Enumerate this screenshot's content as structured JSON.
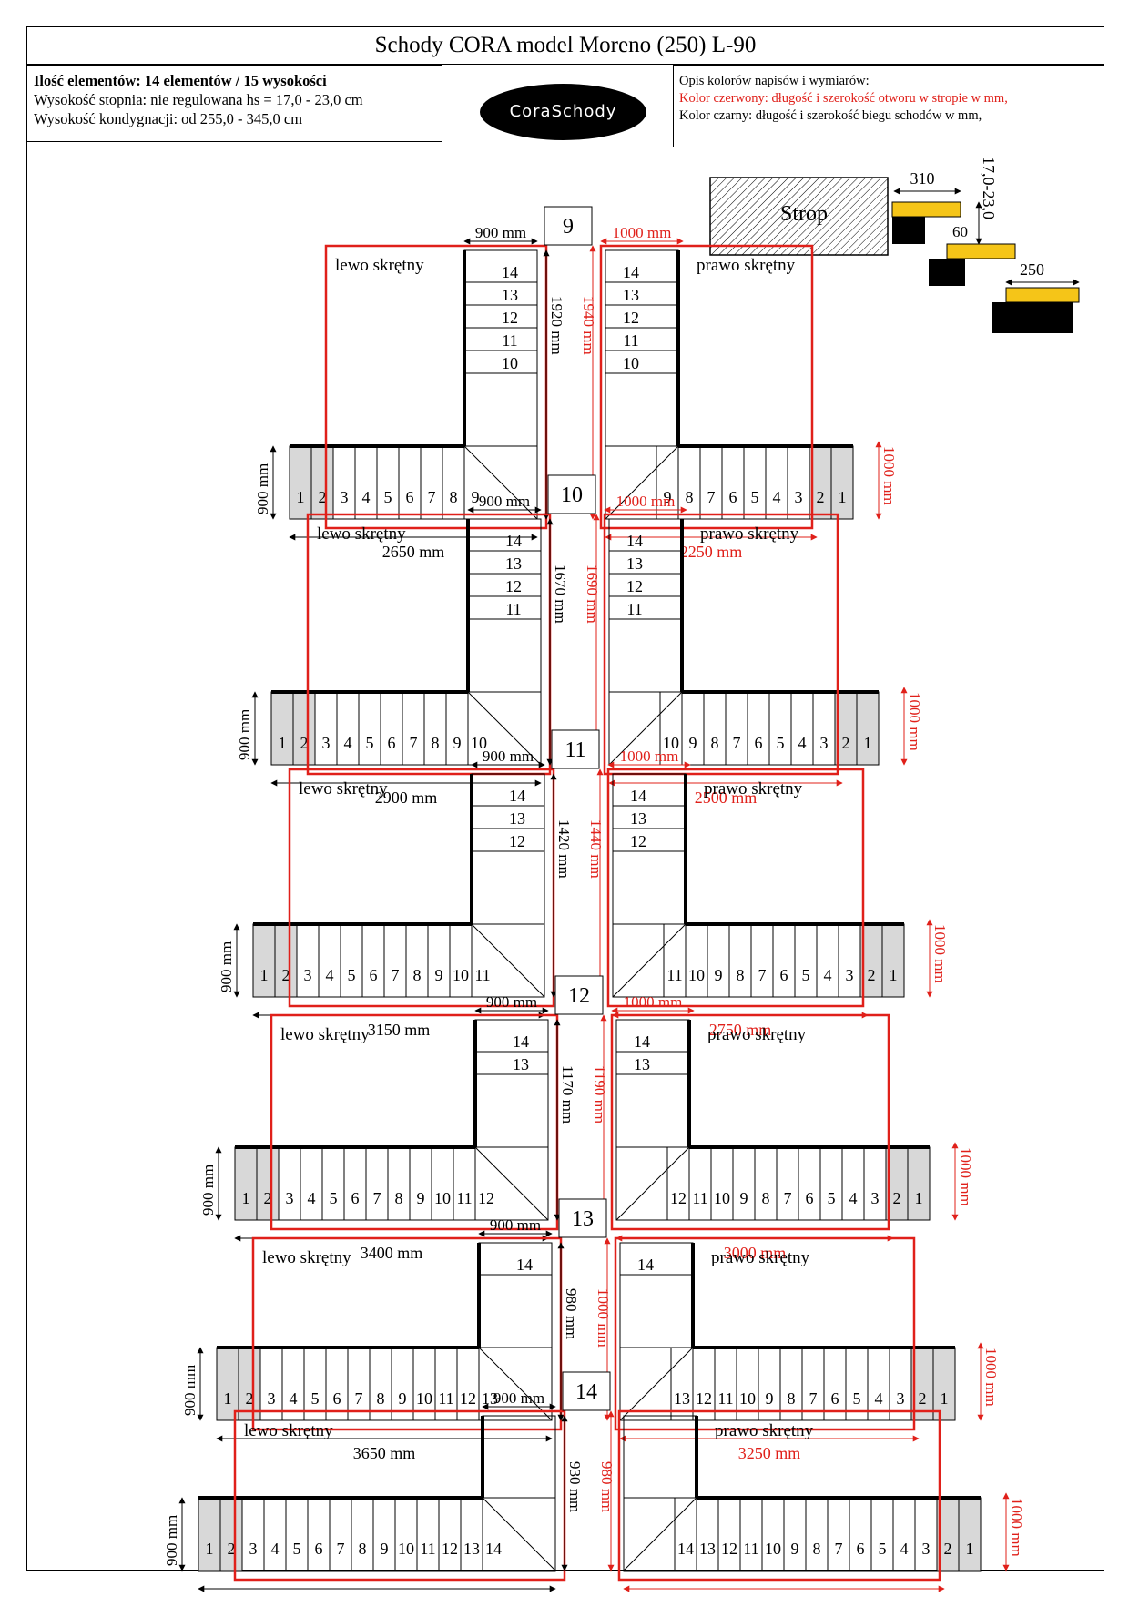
{
  "title": "Schody CORA model Moreno (250) L-90",
  "info": {
    "line1": "Ilość elementów: 14 elementów / 15 wysokości",
    "line2": "Wysokość stopnia: nie regulowana  hs = 17,0 - 23,0 cm",
    "line3": "Wysokość kondygnacji: od 255,0 - 345,0 cm"
  },
  "logo": "CoraSchody",
  "legend": {
    "title": "Opis kolorów napisów i wymiarów:",
    "red": "Kolor czerwony: długość i szerokość otworu w stropie w mm,",
    "black": "Kolor czarny: długość i szerokość biegu schodów w mm,"
  },
  "detail": {
    "strop": "Strop",
    "tread": "310",
    "overlap": "60",
    "step": "250",
    "rise": "17,0-23,0"
  },
  "labels": {
    "left": "lewo skrętny",
    "right": "prawo skrętny"
  },
  "colors": {
    "red": "#e0201a",
    "grey": "#d8d8d8",
    "yellow": "#f5c518"
  },
  "configs": [
    {
      "n": "9",
      "width": "900 mm",
      "hole_w": "1000 mm",
      "run_h": "1920 mm",
      "hole_h": "1940 mm",
      "side_w": "900 mm",
      "hole_side": "1000 mm",
      "length": "2650 mm",
      "hole_l": "2250 mm"
    },
    {
      "n": "10",
      "width": "900 mm",
      "hole_w": "1000 mm",
      "run_h": "1670 mm",
      "hole_h": "1690 mm",
      "side_w": "900 mm",
      "hole_side": "1000 mm",
      "length": "2900 mm",
      "hole_l": "2500 mm"
    },
    {
      "n": "11",
      "width": "900 mm",
      "hole_w": "1000 mm",
      "run_h": "1420 mm",
      "hole_h": "1440 mm",
      "side_w": "900 mm",
      "hole_side": "1000 mm",
      "length": "3150 mm",
      "hole_l": "2750 mm"
    },
    {
      "n": "12",
      "width": "900 mm",
      "hole_w": "1000 mm",
      "run_h": "1170 mm",
      "hole_h": "1190 mm",
      "side_w": "900 mm",
      "hole_side": "1000 mm",
      "length": "3400 mm",
      "hole_l": "3000 mm"
    },
    {
      "n": "13",
      "width": "900 mm",
      "hole_w": "",
      "run_h": "980 mm",
      "hole_h": "1000 mm",
      "side_w": "900 mm",
      "hole_side": "1000 mm",
      "length": "3650 mm",
      "hole_l": "3250 mm"
    },
    {
      "n": "14",
      "width": "900 mm",
      "hole_w": "",
      "run_h": "930 mm",
      "hole_h": "980 mm",
      "side_w": "900 mm",
      "hole_side": "1000 mm",
      "length": "3650 mm",
      "hole_l": "3250 mm"
    }
  ]
}
